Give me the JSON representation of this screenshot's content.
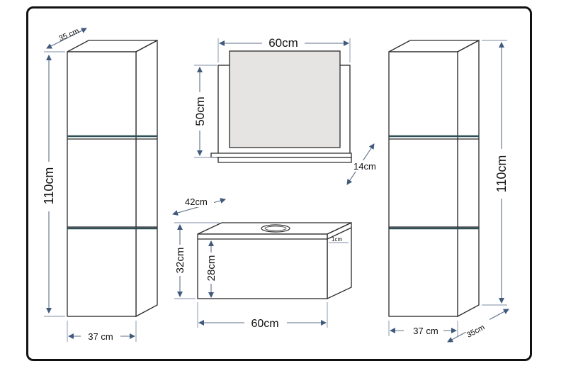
{
  "labels": {
    "left_depth": "35 cm",
    "left_height": "110cm",
    "left_width": "37 cm",
    "mirror_width": "60cm",
    "mirror_height": "50cm",
    "shelf_depth": "14cm",
    "base_depth": "42cm",
    "base_height": "32cm",
    "drawer_height": "28cm",
    "base_width": "60cm",
    "top_thickness": "1cm",
    "right_height": "110cm",
    "right_width": "37 cm",
    "right_depth": "35cm"
  },
  "colors": {
    "outline": "#2a2a2a",
    "dimension": "#5c6f86",
    "arrow": "#3f5a7c",
    "mirror_glass": "#e6e4e2",
    "led_strip": "#2f4f56"
  }
}
